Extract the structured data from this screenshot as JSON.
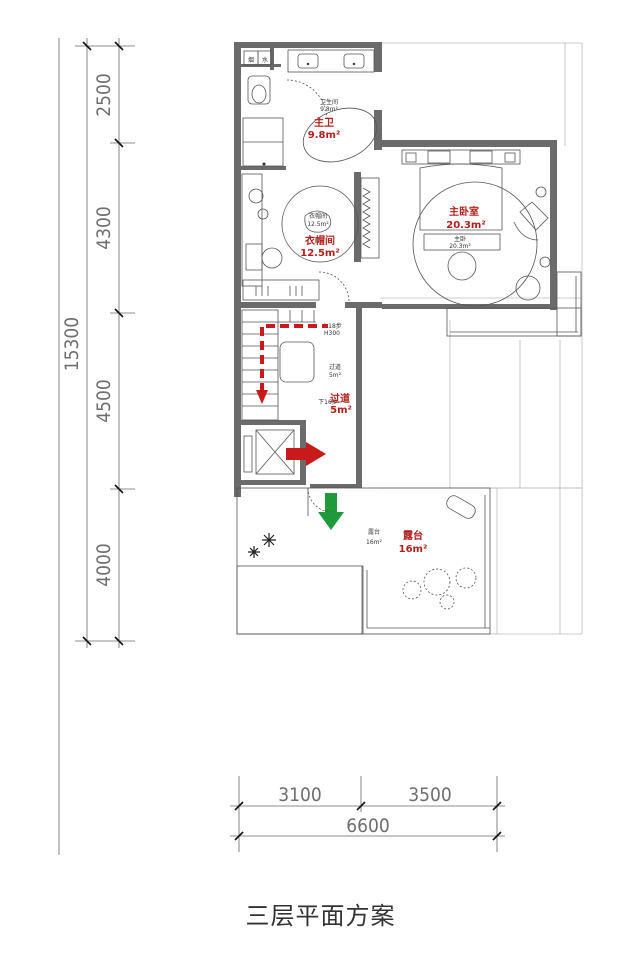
{
  "vertical_dimensions": {
    "total": "15300",
    "segments": [
      "2500",
      "4300",
      "4500",
      "4000"
    ]
  },
  "horizontal_dimensions": {
    "segments": [
      "3100",
      "3500"
    ],
    "total": "6600"
  },
  "rooms": {
    "smoke_shaft": "烟",
    "water_shaft": "水",
    "master_bath": {
      "label_small": "卫生间",
      "area_small": "9.8m²",
      "label": "主卫",
      "area": "9.8m²"
    },
    "walk_in_closet": {
      "label_small": "衣帽间",
      "area_small": "12.5m²",
      "label": "衣帽间",
      "area": "12.5m²"
    },
    "master_bedroom": {
      "label": "主卧室",
      "area": "20.3m²",
      "label_small": "主卧",
      "area_small": "20.3m²"
    },
    "corridor": {
      "label_small": "过道",
      "area_small": "5m²",
      "label": "过道",
      "area": "5m²"
    },
    "terrace": {
      "label_small": "露台",
      "area_small": "16m²",
      "label": "露台",
      "area": "16m²"
    },
    "stair_up": "上18步",
    "stair_down": "下16步",
    "stair_height": "H300"
  },
  "title": "三层平面方案",
  "colors": {
    "wall": "#6b6b6b",
    "accent_red": "#b0201c",
    "arrow_red": "#c8191b",
    "arrow_green": "#1f9a3a"
  }
}
